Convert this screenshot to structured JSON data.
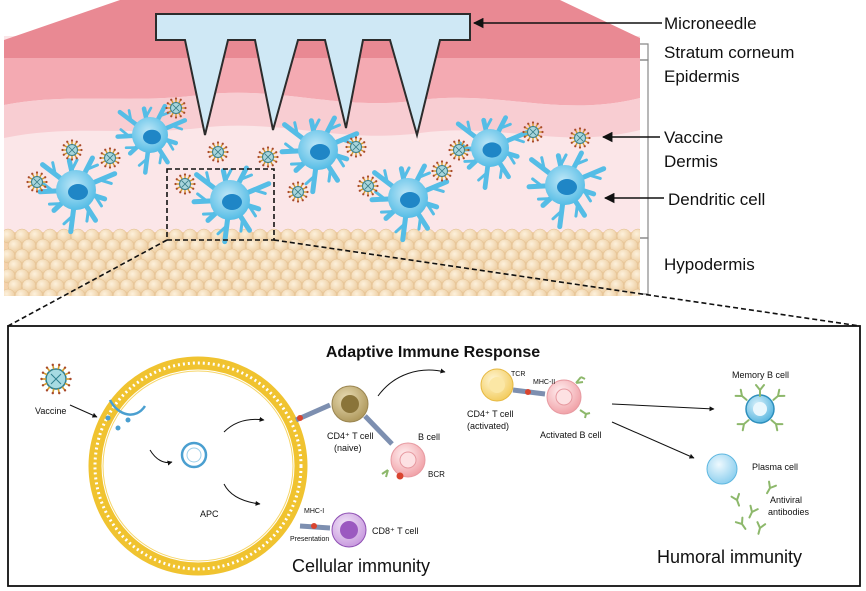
{
  "skin_labels": {
    "microneedle": "Microneedle",
    "stratum_corneum": "Stratum corneum",
    "epidermis": "Epidermis",
    "vaccine": "Vaccine",
    "dermis": "Dermis",
    "dendritic_cell": "Dendritic cell",
    "hypodermis": "Hypodermis"
  },
  "immune": {
    "title": "Adaptive Immune Response",
    "vaccine": "Vaccine",
    "apc": "APC",
    "cd4_naive_1": "CD4⁺ T cell",
    "cd4_naive_2": "(naive)",
    "b_cell": "B cell",
    "bcr": "BCR",
    "tcr": "TCR",
    "mhc_ii": "MHC-II",
    "cd4_activated_1": "CD4⁺ T cell",
    "cd4_activated_2": "(activated)",
    "activated_b_cell": "Activated B cell",
    "memory_b_cell": "Memory B cell",
    "plasma_cell": "Plasma cell",
    "antiviral_1": "Antiviral",
    "antiviral_2": "antibodies",
    "mhc_i": "MHC-I",
    "presentation": "Presentation",
    "cd8_t_cell": "CD8⁺ T cell",
    "cellular_immunity": "Cellular immunity",
    "humoral_immunity": "Humoral immunity"
  },
  "colors": {
    "skin_top": "#e8848f",
    "epidermis": "#f2b6bc",
    "dermis": "#fbe3e6",
    "hypodermis": "#f6d9b8",
    "microneedle": "#cfe8f5",
    "dendritic": "#55bde6",
    "dendritic_nucleus": "#1f86c6",
    "membrane": "#f0c330",
    "cd4_naive": "#b09a5e",
    "cd4_activated": "#f7d67a",
    "b_cell": "#f4b3b8",
    "cd8": "#9b59c0",
    "memory_b": "#3fa9d6",
    "plasma": "#8fd0ef",
    "antibody": "#8db86b"
  }
}
